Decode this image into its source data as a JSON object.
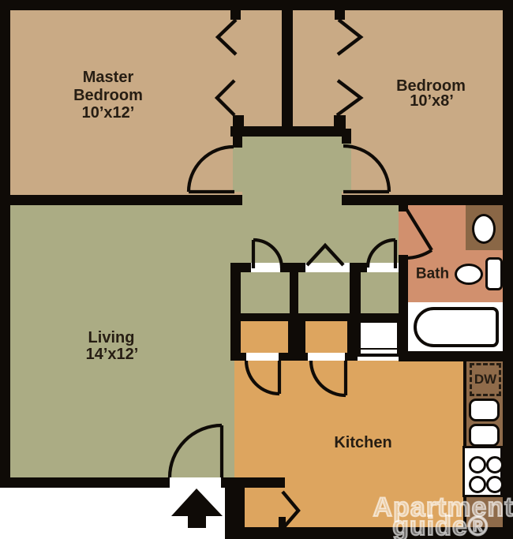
{
  "colors": {
    "wall": "#0f0b07",
    "bedroom": "#c9aa85",
    "living": "#abac84",
    "kitchen": "#dda55f",
    "bath": "#d1906e",
    "vanity": "#8a6746",
    "counter": "#8f6b4a",
    "label": "#261d13"
  },
  "rooms": {
    "master_bedroom": {
      "line1": "Master",
      "line2": "Bedroom",
      "dims": "10’x12’"
    },
    "bedroom": {
      "name": "Bedroom",
      "dims": "10’x8’"
    },
    "living": {
      "name": "Living",
      "dims": "14’x12’"
    },
    "bath": {
      "name": "Bath"
    },
    "kitchen": {
      "name": "Kitchen"
    }
  },
  "appliances": {
    "dishwasher_label": "DW"
  },
  "watermark": {
    "line1": "Apartment",
    "line2": "guide®"
  }
}
